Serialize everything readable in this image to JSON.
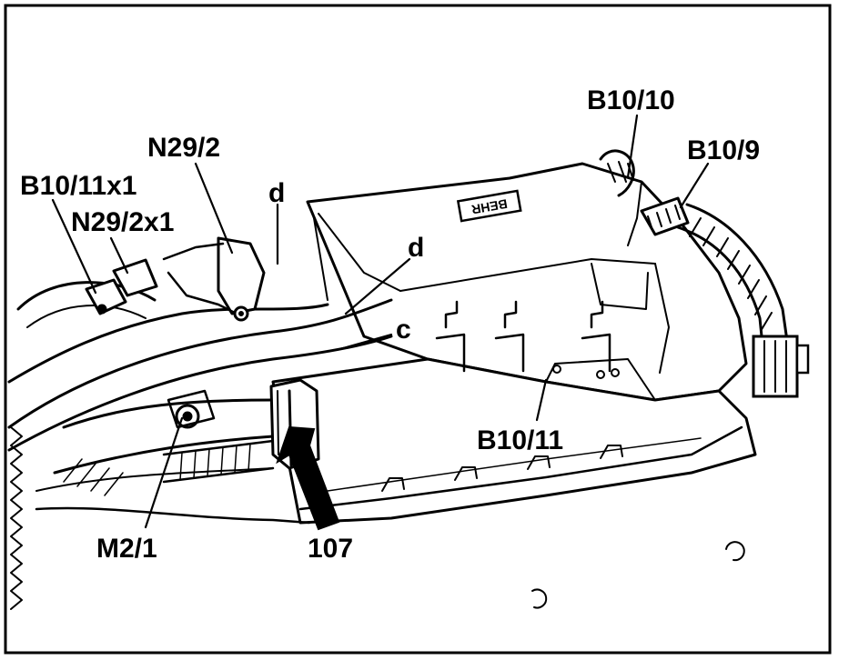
{
  "diagram": {
    "labels": {
      "b10_10": "B10/10",
      "b10_9": "B10/9",
      "n29_2": "N29/2",
      "b10_11x1": "B10/11x1",
      "n29_2x1": "N29/2x1",
      "d_upper": "d",
      "d_right": "d",
      "c": "c",
      "b10_11": "B10/11",
      "m2_1": "M2/1",
      "ref_107": "107",
      "brand_plate": "BEHR"
    },
    "colors": {
      "ink": "#000000",
      "paper": "#ffffff"
    }
  }
}
